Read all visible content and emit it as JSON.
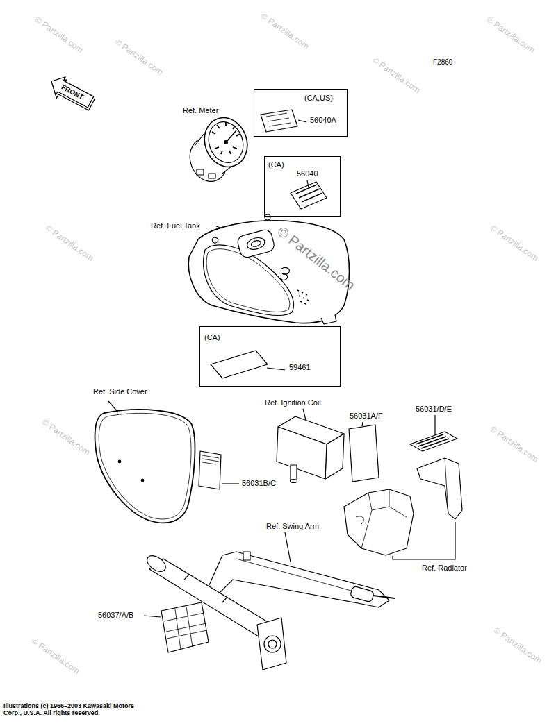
{
  "diagram": {
    "nodes": [
      {
        "text": [
          "(CA,US)",
          "56040A"
        ]
      },
      {
        "text": [
          "(CA)",
          "56040"
        ]
      },
      {
        "text": [
          "(CA)",
          "59461"
        ]
      }
    ],
    "labels": [
      "F2860",
      "FRONT",
      "Ref. Meter",
      "Ref. Fuel Tank",
      "Ref. Side Cover",
      "Ref. Ignition Coil",
      "56031A/F",
      "56031/D/E",
      "56031B/C",
      "Ref. Swing Arm",
      "Ref. Radiator",
      "56037/A/B",
      "Illustrations (c) 1966–2003 Kawasaki Motors Corp., U.S.A. All rights reserved.",
      "© Partzilla.com",
      "© Partzilla.com",
      "© Partzilla.com",
      "© Partzilla.com",
      "© Partzilla.com",
      "© Partzilla.com",
      "© Partzilla.com",
      "© Partzilla.com",
      "© Partzilla.com",
      "© Partzilla.com",
      "© Partzilla.com",
      "© Partzilla.com"
    ]
  }
}
